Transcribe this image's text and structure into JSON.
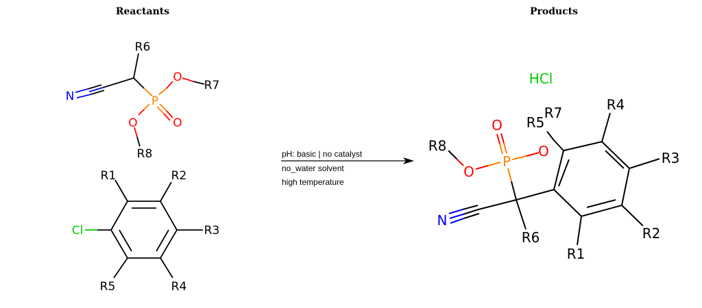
{
  "headers": {
    "reactants": "Reactants",
    "products": "Products"
  },
  "colors": {
    "bond": "#000000",
    "N": "#0000ff",
    "O": "#ff0000",
    "P": "#ff8000",
    "Cl": "#00cc00",
    "label": "#000000"
  },
  "reactants": {
    "phosphonate": {
      "r6": "R6",
      "o_top": "O",
      "r7": "R7",
      "n": "N",
      "p": "P",
      "o_double": "O",
      "o_bottom": "O",
      "r8": "R8"
    },
    "chlorobenzene": {
      "r1": "R1",
      "r2": "R2",
      "cl": "Cl",
      "r3": "R3",
      "r5": "R5",
      "r4": "R4"
    }
  },
  "conditions": [
    "pH: basic | no catalyst",
    "no_water solvent",
    "high temperature"
  ],
  "products": {
    "hcl": "HCl",
    "main": {
      "o_double": "O",
      "r5": "R5",
      "r7": "R7",
      "r4": "R4",
      "r8": "R8",
      "o_ester1": "O",
      "p": "P",
      "o_ester2": "O",
      "r3": "R3",
      "n": "N",
      "r6": "R6",
      "r2": "R2",
      "r1": "R1"
    }
  }
}
